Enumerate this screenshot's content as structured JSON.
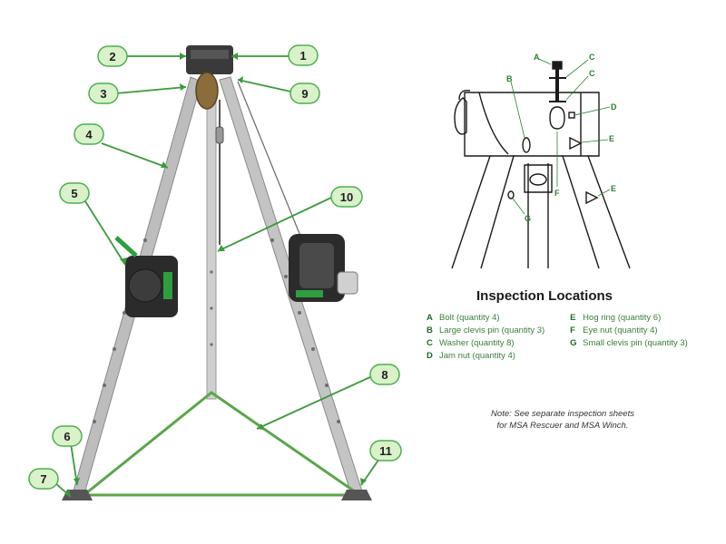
{
  "callouts": [
    "1",
    "2",
    "3",
    "9",
    "4",
    "10",
    "5",
    "8",
    "6",
    "11",
    "7"
  ],
  "inspection_letters": [
    "A",
    "C",
    "C",
    "B",
    "D",
    "E",
    "E",
    "F",
    "G"
  ],
  "legend": {
    "title": "Inspection Locations",
    "left": [
      {
        "key": "A",
        "text": "Bolt (quantity 4)"
      },
      {
        "key": "B",
        "text": "Large clevis pin (quantity 3)"
      },
      {
        "key": "C",
        "text": "Washer (quantity 8)"
      },
      {
        "key": "D",
        "text": "Jam nut (quantity 4)"
      }
    ],
    "right": [
      {
        "key": "E",
        "text": "Hog ring (quantity 6)"
      },
      {
        "key": "F",
        "text": "Eye nut (quantity 4)"
      },
      {
        "key": "G",
        "text": "Small clevis pin (quantity 3)"
      }
    ]
  },
  "note": {
    "line1": "Note: See separate inspection sheets",
    "line2": "for MSA Rescuer and MSA Winch."
  },
  "colors": {
    "callout_fill": "#d9f2c9",
    "callout_stroke": "#4caf50",
    "leader": "#3a9a3a",
    "strap": "#5aa64a",
    "metal": "#b8b8b8",
    "device": "#2b2b2b",
    "accent_green": "#2e9e3e"
  }
}
